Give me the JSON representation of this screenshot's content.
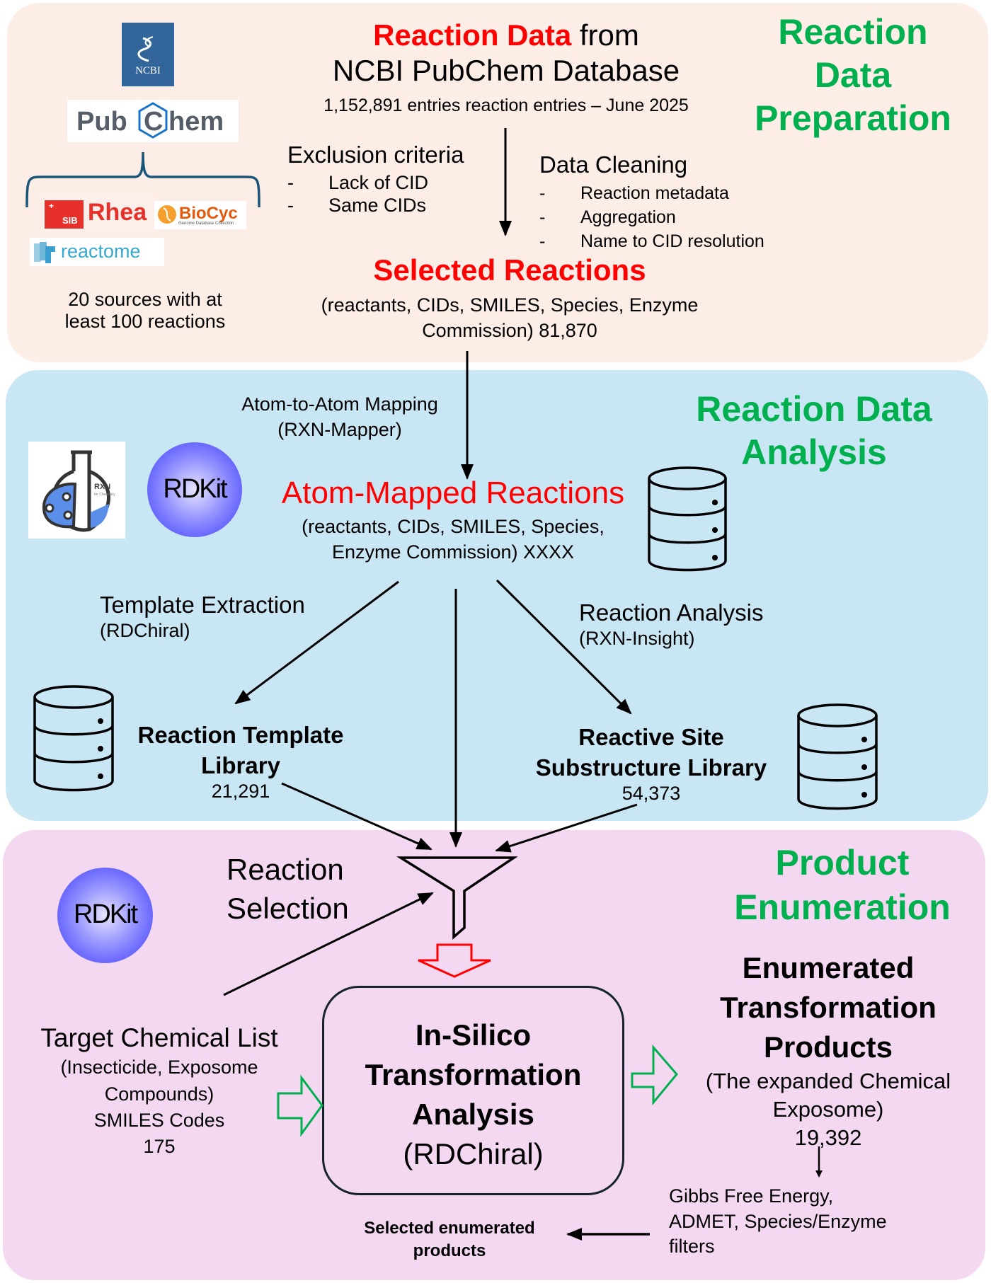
{
  "panels": [
    {
      "title_lines": [
        "Reaction",
        "Data",
        "Preparation"
      ],
      "color": "#fcede6"
    },
    {
      "title_lines": [
        "Reaction Data",
        "Analysis"
      ],
      "color": "#c9e6f4"
    },
    {
      "title_lines": [
        "Product",
        "Enumeration"
      ],
      "color": "#f4d8f1"
    }
  ],
  "prep": {
    "logos": {
      "ncbi": "NCBI",
      "pubchem_left": "Pub",
      "pubchem_c": "C",
      "pubchem_right": "hem",
      "sib": "SIB",
      "rhea": "Rhea",
      "biocyc": "BioCyc",
      "biocyc_sub": "Genome Database Collection",
      "reactome": "reactome"
    },
    "sources_note": [
      "20 sources with at",
      "least 100 reactions"
    ],
    "heading_red": "Reaction Data",
    "heading_black": " from",
    "heading_line2": "NCBI PubChem Database",
    "entries_note": "1,152,891 entries reaction entries – June 2025",
    "exclusion": {
      "title": "Exclusion criteria",
      "items": [
        "Lack of CID",
        "Same CIDs"
      ]
    },
    "cleaning": {
      "title": "Data Cleaning",
      "items": [
        "Reaction metadata",
        "Aggregation",
        "Name to CID resolution"
      ]
    },
    "selected_title": "Selected Reactions",
    "selected_desc": [
      "(reactants, CIDs, SMILES, Species, Enzyme",
      "Commission) 81,870"
    ]
  },
  "analysis": {
    "rxn_logo_title": "RXN",
    "rxn_logo_sub": "for Chemistry",
    "rdkit_label": "RDKit",
    "mapping_step": [
      "Atom-to-Atom Mapping",
      "(RXN-Mapper)"
    ],
    "mapped_title": "Atom-Mapped Reactions",
    "mapped_desc": [
      "(reactants, CIDs, SMILES, Species,",
      "Enzyme Commission) XXXX"
    ],
    "template_step": {
      "title": "Template Extraction",
      "tool": "(RDChiral)"
    },
    "analysis_step": {
      "title": "Reaction Analysis",
      "tool": "(RXN-Insight)"
    },
    "template_lib": {
      "lines": [
        "Reaction Template",
        "Library"
      ],
      "count": "21,291"
    },
    "site_lib": {
      "lines": [
        "Reactive Site",
        "Substructure Library"
      ],
      "count": "54,373"
    }
  },
  "enumeration": {
    "rdkit_label": "RDKit",
    "selection_label": [
      "Reaction",
      "Selection"
    ],
    "target": {
      "title": "Target Chemical List",
      "desc": [
        "(Insecticide, Exposome",
        "Compounds)",
        "SMILES Codes",
        "175"
      ]
    },
    "insilico": {
      "lines": [
        "In-Silico",
        "Transformation",
        "Analysis"
      ],
      "tool": "(RDChiral)"
    },
    "products": {
      "lines": [
        "Enumerated",
        "Transformation",
        "Products"
      ],
      "desc": [
        "(The expanded Chemical",
        "Exposome)",
        "19,392"
      ]
    },
    "filters": [
      "Gibbs Free Energy,",
      "ADMET, Species/Enzyme",
      "filters"
    ],
    "selected": [
      "Selected enumerated",
      "products"
    ]
  },
  "colors": {
    "accent_green": "#00b04f",
    "accent_red": "#ff0000",
    "ncbi_blue": "#326599",
    "rdkit_blue": "#3f3ff5"
  }
}
